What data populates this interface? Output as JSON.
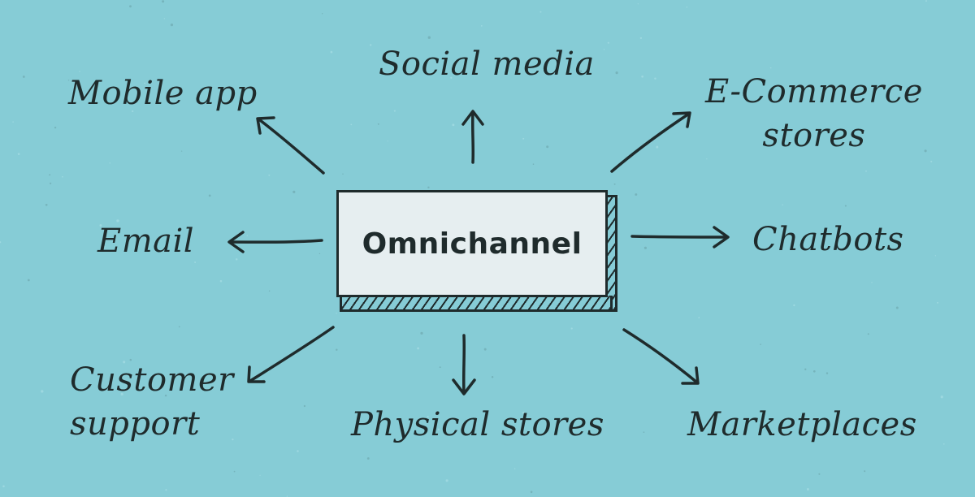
{
  "diagram": {
    "center": {
      "label": "Omnichannel"
    },
    "channels": [
      {
        "id": "social-media",
        "label": "Social media"
      },
      {
        "id": "mobile-app",
        "label": "Mobile app"
      },
      {
        "id": "e-commerce-stores",
        "label": "E-Commerce\nstores"
      },
      {
        "id": "email",
        "label": "Email"
      },
      {
        "id": "chatbots",
        "label": "Chatbots"
      },
      {
        "id": "customer-support",
        "label": "Customer\nsupport"
      },
      {
        "id": "physical-stores",
        "label": "Physical stores"
      },
      {
        "id": "marketplaces",
        "label": "Marketplaces"
      }
    ],
    "colors": {
      "background": "#86ccd6",
      "ink": "#1f2b2c",
      "box_fill": "#e6eef0"
    }
  }
}
